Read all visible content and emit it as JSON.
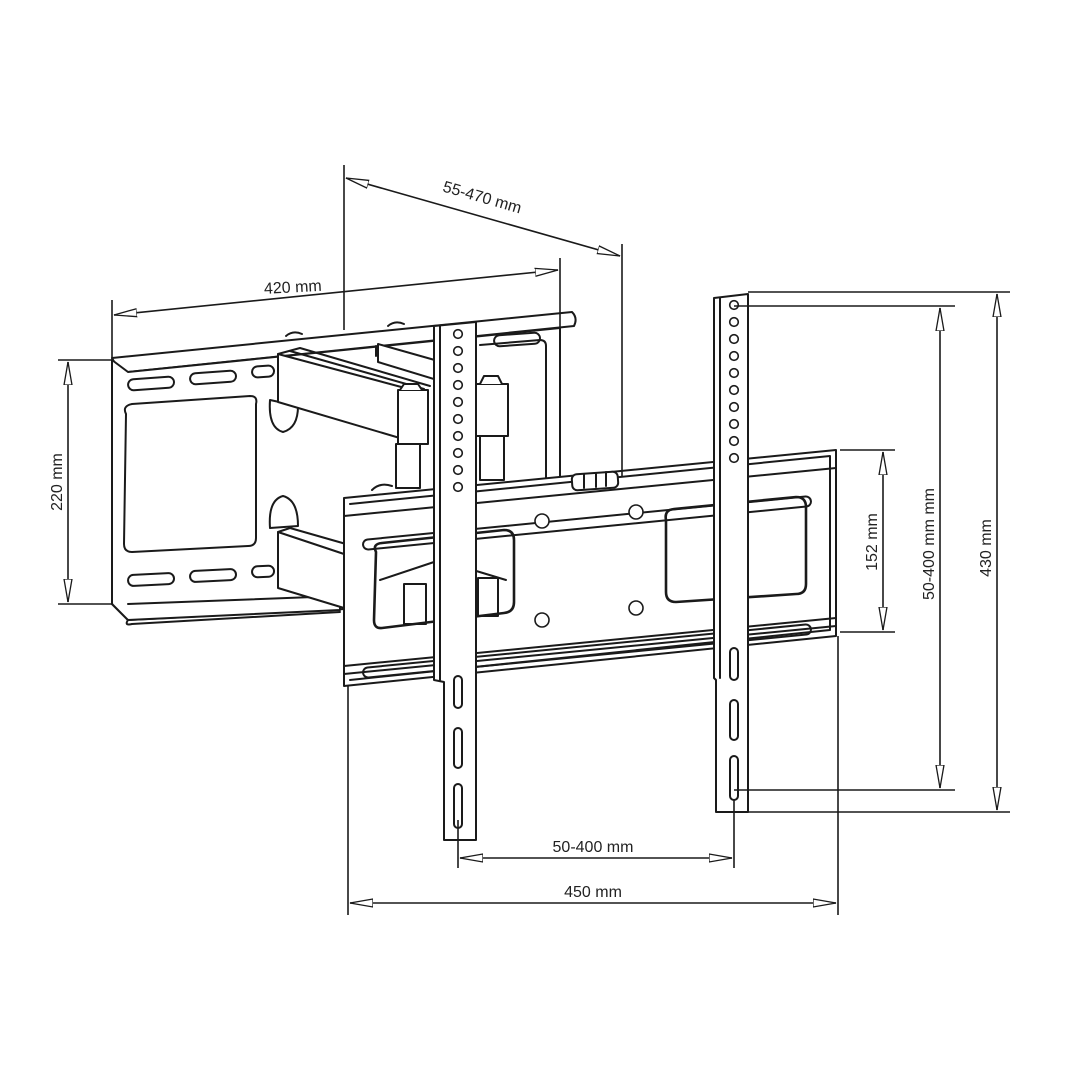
{
  "diagram": {
    "subject": "Full-motion TV wall mount",
    "colors": {
      "line": "#1a1a1a",
      "background": "#ffffff",
      "text": "#222222"
    },
    "dimensions": {
      "arm_extension": {
        "label": "55-470 mm",
        "orientation": "diagonal"
      },
      "wall_plate_width": {
        "label": "420 mm",
        "orientation": "horizontal"
      },
      "wall_plate_height": {
        "label": "220 mm",
        "orientation": "vertical"
      },
      "tv_plate_height": {
        "label": "152 mm",
        "orientation": "vertical"
      },
      "vesa_vertical": {
        "label": "50-400 mm mm",
        "orientation": "vertical"
      },
      "bracket_height": {
        "label": "430 mm",
        "orientation": "vertical"
      },
      "vesa_horizontal": {
        "label": "50-400 mm",
        "orientation": "horizontal"
      },
      "tv_plate_width": {
        "label": "450 mm",
        "orientation": "horizontal"
      }
    },
    "components": [
      {
        "name": "wall-plate"
      },
      {
        "name": "upper-arm"
      },
      {
        "name": "lower-arm"
      },
      {
        "name": "tv-plate"
      },
      {
        "name": "left-vertical-bracket",
        "round_holes": 10,
        "slots": 3
      },
      {
        "name": "right-vertical-bracket",
        "round_holes": 10,
        "slots": 3
      },
      {
        "name": "bubble-level"
      }
    ]
  }
}
